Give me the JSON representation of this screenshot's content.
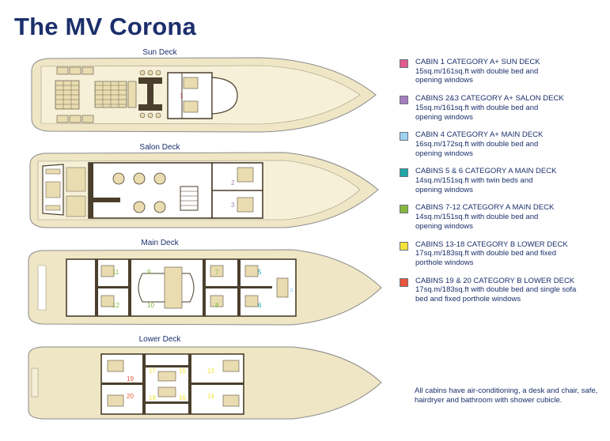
{
  "title": "The MV Corona",
  "decks": {
    "sun": "Sun Deck",
    "salon": "Salon Deck",
    "main": "Main Deck",
    "lower": "Lower Deck"
  },
  "cabin_numbers": {
    "c1": "1",
    "c2": "2",
    "c3": "3",
    "c4": "4",
    "c5": "5",
    "c6": "6",
    "c7": "7",
    "c8": "8",
    "c9": "9",
    "c10": "10",
    "c11": "11",
    "c12": "12",
    "c13": "13",
    "c14": "14",
    "c15": "15",
    "c16": "16",
    "c17": "17",
    "c18": "18",
    "c19": "19",
    "c20": "20"
  },
  "legend": [
    {
      "color": "#e05a8c",
      "line1": "CABIN 1  CATEGORY A+ SUN DECK",
      "line2": "15sq.m/161sq.ft with double bed and",
      "line3": "opening windows"
    },
    {
      "color": "#a77dbd",
      "line1": "CABINS 2&3  CATEGORY A+ SALON DECK",
      "line2": "15sq.m/161sq.ft with double bed and",
      "line3": "opening windows"
    },
    {
      "color": "#9fd3ef",
      "line1": "CABIN 4  CATEGORY A+ MAIN DECK",
      "line2": "16sq.m/172sq.ft with double bed and",
      "line3": "opening windows"
    },
    {
      "color": "#1fa7a6",
      "line1": "CABINS 5 & 6  CATEGORY A MAIN DECK",
      "line2": "14sq.m/151sq.ft with twin beds and",
      "line3": "opening windows"
    },
    {
      "color": "#86b83f",
      "line1": "CABINS 7-12  CATEGORY A MAIN DECK",
      "line2": "14sq.m/151sq.ft with double bed and",
      "line3": "opening windows"
    },
    {
      "color": "#f3e23a",
      "line1": "CABINS 13-18  CATEGORY B LOWER DECK",
      "line2": "17sq.m/183sq.ft with double bed and fixed",
      "line3": "porthole windows"
    },
    {
      "color": "#e8553a",
      "line1": "CABINS 19 & 20  CATEGORY B LOWER DECK",
      "line2": "17sq.m/183sq.ft with double bed and single sofa",
      "line3": "bed and fixed porthole windows"
    }
  ],
  "footnote": "All cabins have air-conditioning, a desk and chair, safe, hairdryer and bathroom with shower cubicle.",
  "colors": {
    "hull": "#efe6c5",
    "outline": "#8a8a8a",
    "wall": "#4a3f2c",
    "floor": "#ffffff",
    "furniture": "#e9dcb0",
    "text": "#1b2f6b"
  }
}
